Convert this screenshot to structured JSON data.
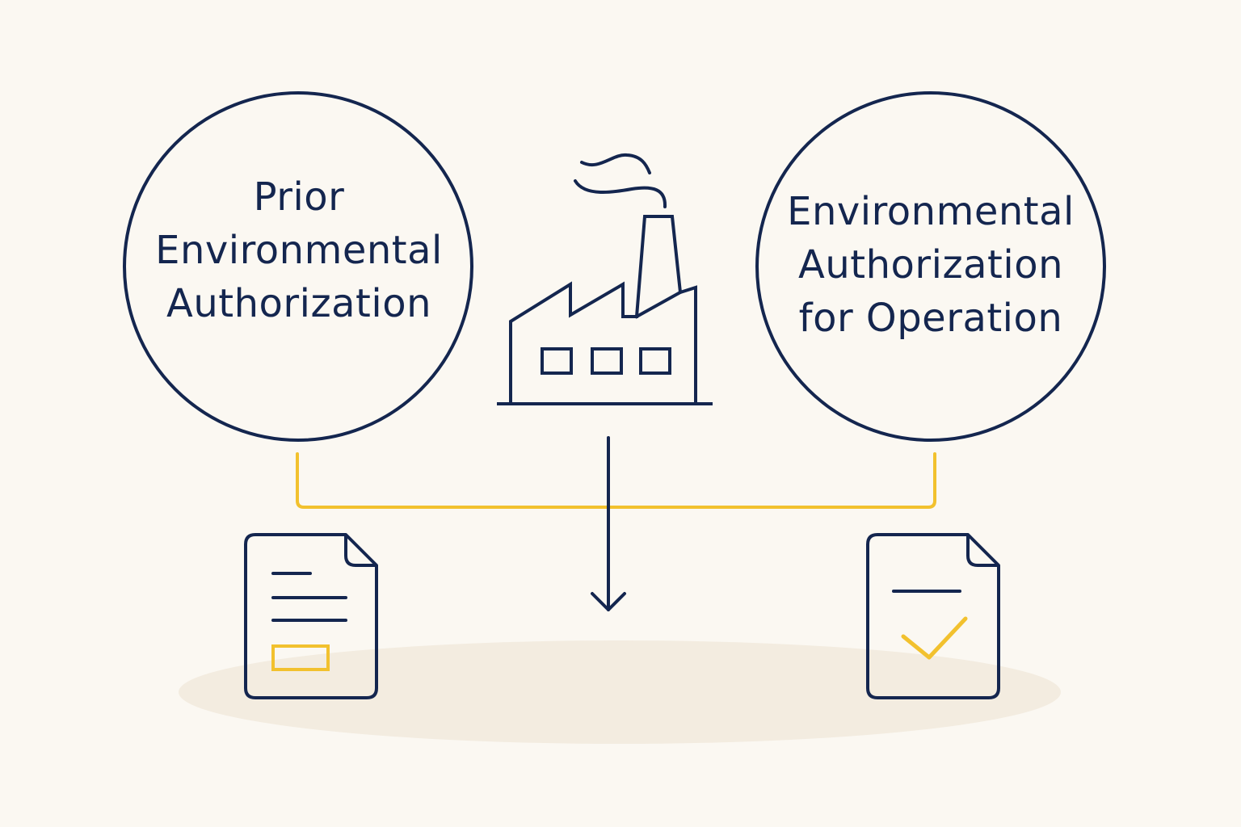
{
  "colors": {
    "background": "#fbf8f2",
    "navy": "#14264f",
    "yellow": "#f2c12e",
    "ground": "#f3ece0"
  },
  "left_node": {
    "lines": [
      "Prior",
      "Environmental",
      "Authorization"
    ]
  },
  "right_node": {
    "lines": [
      "Environmental",
      "Authorization",
      "for Operation"
    ]
  },
  "icons": {
    "center": "factory-icon",
    "left_document": "document-lines-icon",
    "right_document": "document-checkmark-icon",
    "flow": "down-arrow-icon"
  }
}
